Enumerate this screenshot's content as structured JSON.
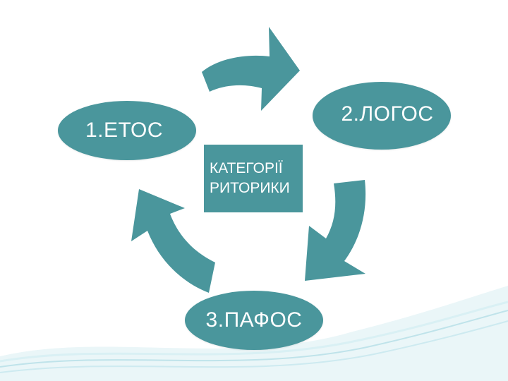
{
  "colors": {
    "accent": "#4a969c",
    "text": "#ffffff",
    "background": "#ffffff",
    "wave": "#d6eef2"
  },
  "diagram": {
    "center": {
      "line1": "КАТЕГОРІЇ",
      "line2": "РИТОРИКИ"
    },
    "nodes": [
      {
        "label": "1.ЕТОС"
      },
      {
        "label": "2.ЛОГОС"
      },
      {
        "label": "3.ПАФОС"
      }
    ],
    "arrows": [
      {
        "direction": "curved-right"
      },
      {
        "direction": "curved-down"
      },
      {
        "direction": "curved-up"
      }
    ]
  }
}
